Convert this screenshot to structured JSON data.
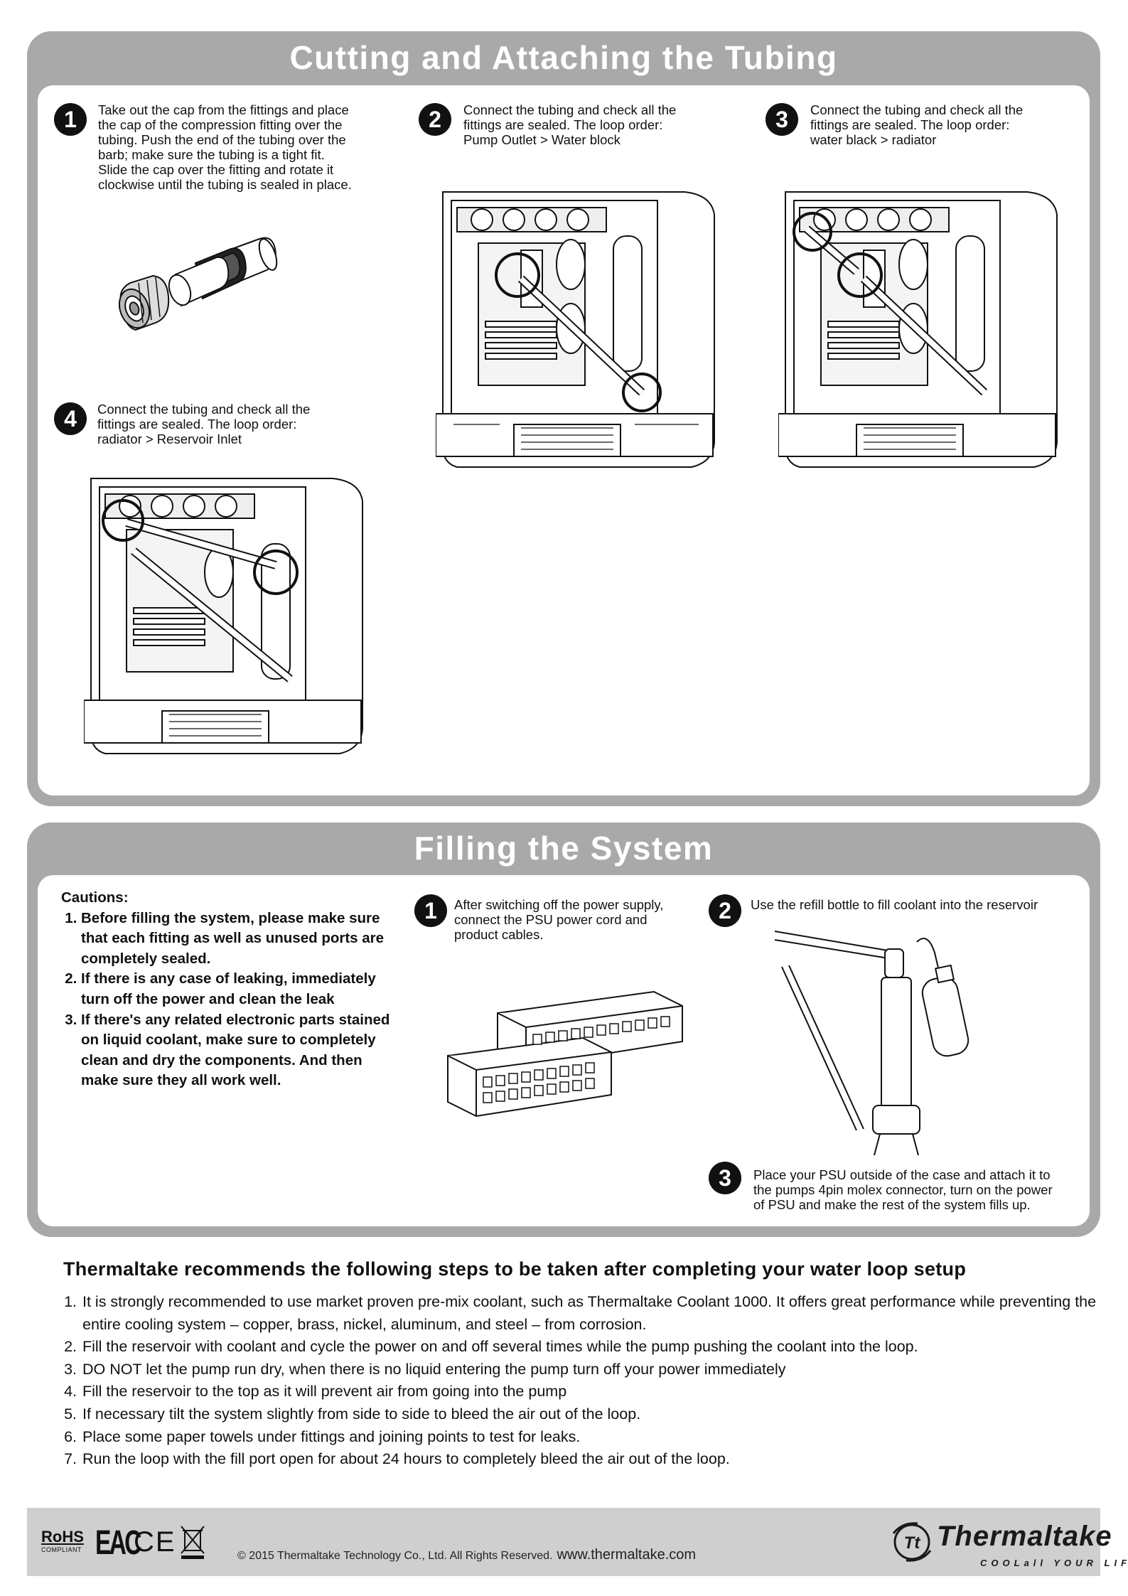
{
  "section1": {
    "title": "Cutting and Attaching the Tubing",
    "steps": [
      {
        "num": "1",
        "text": "Take out the cap from the fittings and place\nthe cap of the compression fitting over the\ntubing. Push the end of the tubing over the\nbarb; make sure the tubing is a tight fit.\nSlide the cap over the fitting and rotate it\nclockwise until the tubing is sealed in place."
      },
      {
        "num": "2",
        "text": "Connect the tubing and check all the\nfittings are sealed. The loop order:\nPump Outlet > Water block"
      },
      {
        "num": "3",
        "text": "Connect the tubing and check all the\nfittings are sealed. The loop order:\nwater black > radiator"
      },
      {
        "num": "4",
        "text": "Connect the tubing and check all the\nfittings are sealed. The loop order:\nradiator > Reservoir Inlet"
      }
    ]
  },
  "section2": {
    "title": "Filling the System",
    "cautions_title": "Cautions:",
    "cautions": [
      "Before filling the system, please make sure that each fitting as well as unused ports are completely sealed.",
      "If there is any case of leaking, immediately turn off the power and clean the leak",
      "If there's any related electronic parts stained on liquid coolant, make sure to completely clean and dry the components. And then make sure they all work well."
    ],
    "steps": [
      {
        "num": "1",
        "text": "After switching off the power supply,\nconnect the PSU power cord and\nproduct cables."
      },
      {
        "num": "2",
        "text": "Use the refill bottle to fill coolant into the reservoir"
      },
      {
        "num": "3",
        "text": "Place your PSU outside of the case and attach it to\nthe pumps 4pin molex connector, turn on the power\nof PSU and make the rest of the system fills up."
      }
    ]
  },
  "recommend": {
    "title": "Thermaltake recommends the following steps to be taken after completing your water loop setup",
    "items": [
      "It is strongly recommended to use market proven pre-mix coolant, such as Thermaltake Coolant 1000. It offers great performance while preventing the entire cooling system – copper, brass, nickel, aluminum, and steel – from corrosion.",
      "Fill the reservoir with coolant and cycle the power on and off several times while the pump pushing the coolant into the loop.",
      "DO NOT let the pump run dry, when there is no liquid entering the pump turn off your power immediately",
      "Fill the reservoir to the top as it will prevent air from going into the pump",
      "If necessary tilt the system slightly from side to side to bleed the air out of the loop.",
      "Place some paper towels under fittings and joining points to test for leaks.",
      "Run the loop with the fill port open for about 24 hours to completely bleed the air out of the loop."
    ]
  },
  "footer": {
    "rohs": "RoHS",
    "rohs_sub": "COMPLIANT",
    "eac": "EAC",
    "ce": "CE",
    "copyright": "© 2015 Thermaltake Technology Co., Ltd. All Rights Reserved.",
    "url": "www.thermaltake.com",
    "brand": "Thermaltake",
    "tagline": "COOLall YOUR LIFE",
    "logo_mark": "Tt"
  }
}
